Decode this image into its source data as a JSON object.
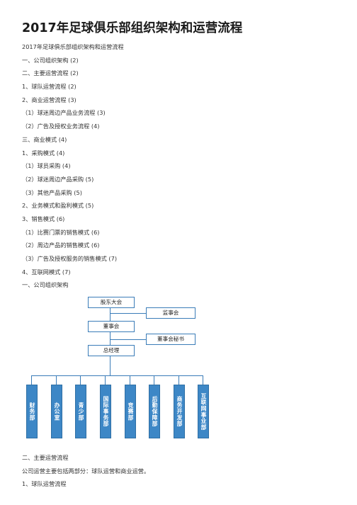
{
  "document": {
    "title": "2017年足球俱乐部组织架构和运营流程",
    "toc": [
      "2017年足球俱乐部组织架构和运营流程",
      "一、公司组织架构 (2)",
      "二、主要运营流程 (2)",
      "1、球队运营流程 (2)",
      "2、商业运营流程 (3)",
      "（1）球迷周边产品业务流程 (3)",
      "（2）广告及授权业务流程 (4)",
      "三、商业模式 (4)",
      "1、采购模式 (4)",
      "（1）球员采购 (4)",
      "（2）球迷周边产品采购 (5)",
      "（3）其他产品采购 (5)",
      "2、业务模式和盈利模式 (5)",
      "3、销售模式 (6)",
      "（1）比赛门票的销售模式 (6)",
      "（2）周边产品的销售模式 (6)",
      "（3）广告及授权服务的销售模式 (7)",
      "4、互联网模式 (7)",
      "一、公司组织架构"
    ],
    "org_chart": {
      "shareholders": "股东大会",
      "supervisors": "监事会",
      "board": "董事会",
      "secretary": "董事会秘书",
      "gm": "总经理",
      "departments": [
        "财务部",
        "办公室",
        "青少部",
        "国际事务部",
        "竞赛部",
        "后勤保障部",
        "商务开发部",
        "互联网事业部"
      ]
    },
    "after": [
      "二、主要运营流程",
      "公司运营主要包括两部分：球队运营和商业运营。",
      "1、球队运营流程"
    ]
  }
}
